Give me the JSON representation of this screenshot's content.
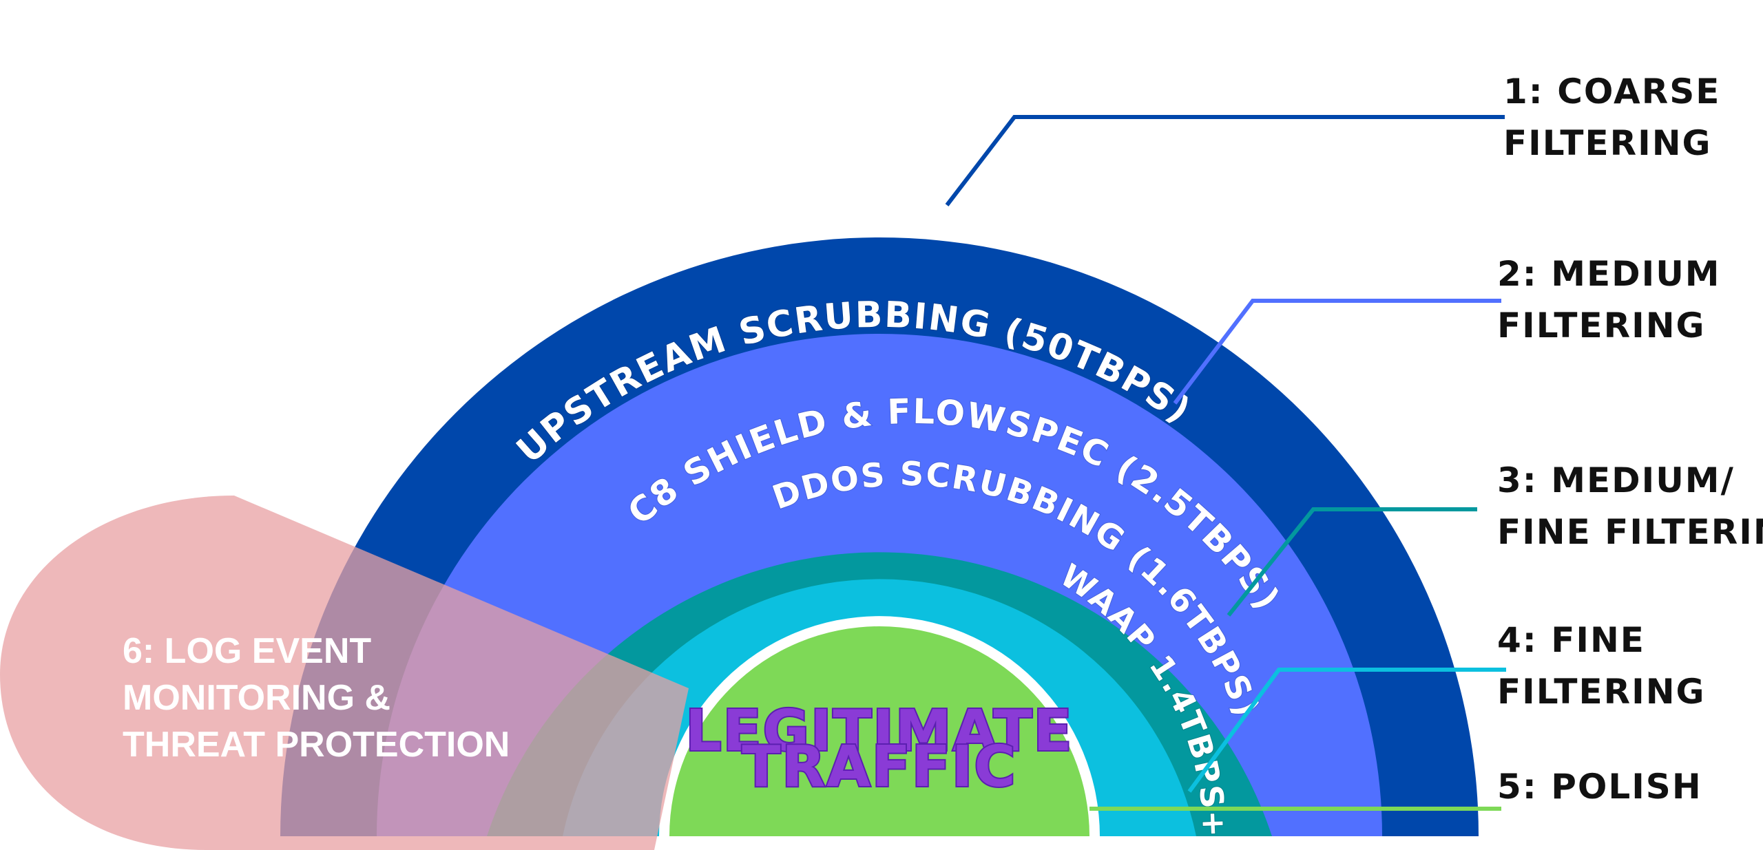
{
  "rings": [
    {
      "label": "UPSTREAM SCRUBBING (50TBPS)",
      "color": "#0047ab"
    },
    {
      "label": "C8 SHIELD & FLOWSPEC (2.5TBPS)",
      "color": "#5170ff"
    },
    {
      "label": "DDOS SCRUBBING (1.6TBPS)",
      "color": "#03989e"
    },
    {
      "label": "WAAP 1.4TBPS+",
      "color": "#0cc0df"
    }
  ],
  "core": {
    "line1": "LEGITIMATE",
    "line2": "TRAFFIC",
    "color": "#7ed957"
  },
  "layers": [
    {
      "line1": "1: COARSE",
      "line2": "FILTERING",
      "color": "#0047ab"
    },
    {
      "line1": "2: MEDIUM",
      "line2": "FILTERING",
      "color": "#5170ff"
    },
    {
      "line1": "3: MEDIUM/",
      "line2": "FINE FILTERING",
      "color": "#03989e"
    },
    {
      "line1": "4: FINE",
      "line2": "FILTERING",
      "color": "#0cc0df"
    },
    {
      "line1": "5: POLISH",
      "line2": "",
      "color": "#7ed957"
    }
  ],
  "log_monitoring": {
    "line1": "6: LOG EVENT",
    "line2": "MONITORING &",
    "line3": "THREAT PROTECTION",
    "color": "#e8a0a3"
  }
}
